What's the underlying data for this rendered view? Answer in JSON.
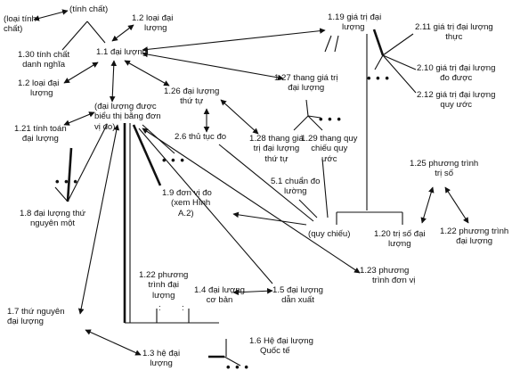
{
  "diagram": {
    "nodes": {
      "tinh_chat": [
        "(tính chất)"
      ],
      "loai_tinh_chat": [
        "(loại tính",
        "chất)"
      ],
      "n_1_2_top": [
        "1.2 loại đại",
        "lượng"
      ],
      "n_1_1": [
        "1.1 đại lượng"
      ],
      "n_1_30": [
        "1.30 tính chất",
        "danh nghĩa"
      ],
      "n_1_2_left": [
        "1.2 loại đại",
        "lượng"
      ],
      "n_1_19": [
        "1.19 giá trị đại",
        "lượng"
      ],
      "n_2_11": [
        "2.11 giá trị đại lượng",
        "thực"
      ],
      "n_2_10": [
        "2.10 giá trị đại lượng",
        "đo được"
      ],
      "n_2_12": [
        "2.12 giá trị đại lượng",
        "quy ước"
      ],
      "n_1_27": [
        "1.27 thang giá trị",
        "đại lượng"
      ],
      "n_1_26": [
        "1.26 đại lượng",
        "thứ tự"
      ],
      "bieu_thi": [
        "(đại lượng được",
        "biểu thị bằng đơn",
        "vị đo)"
      ],
      "n_1_21": [
        "1.21 tính toán",
        "đại lượng"
      ],
      "n_2_6": [
        "2.6 thủ tục đo"
      ],
      "n_1_28": [
        "1.28 thang giá",
        "trị đại lượng",
        "thứ tự"
      ],
      "n_1_29": [
        "1.29 thang quy",
        "chiếu quy",
        "ước"
      ],
      "n_1_25": [
        "1.25 phương trình",
        "trị số"
      ],
      "n_5_1": [
        "5.1 chuẩn đo",
        "lường"
      ],
      "n_1_9": [
        "1.9 đơn vị đo",
        "(xem Hình",
        "A.2)"
      ],
      "n_1_8": [
        "1.8 đại lượng thứ",
        "nguyên một"
      ],
      "quy_chieu": [
        "(quy chiếu)"
      ],
      "n_1_20": [
        "1.20 trị số đại",
        "lượng"
      ],
      "n_1_22_right": [
        "1.22 phương trình",
        "đại lượng"
      ],
      "n_1_23": [
        "1.23 phương",
        "trình  đơn vị"
      ],
      "n_1_22_mid": [
        "1.22 phương",
        "trình đại",
        "lượng"
      ],
      "n_1_4": [
        "1.4 đại lượng",
        "cơ bản"
      ],
      "n_1_5": [
        "1.5 đại lượng",
        "dẫn xuất"
      ],
      "n_1_7": [
        "1.7 thứ nguyên",
        "đại lượng"
      ],
      "n_1_3": [
        "1.3 hệ đại",
        "lượng"
      ],
      "n_1_6": [
        "1.6 Hệ đại lượng",
        "Quốc tế"
      ]
    },
    "ellipsis": "• • •",
    "colon": ":"
  }
}
